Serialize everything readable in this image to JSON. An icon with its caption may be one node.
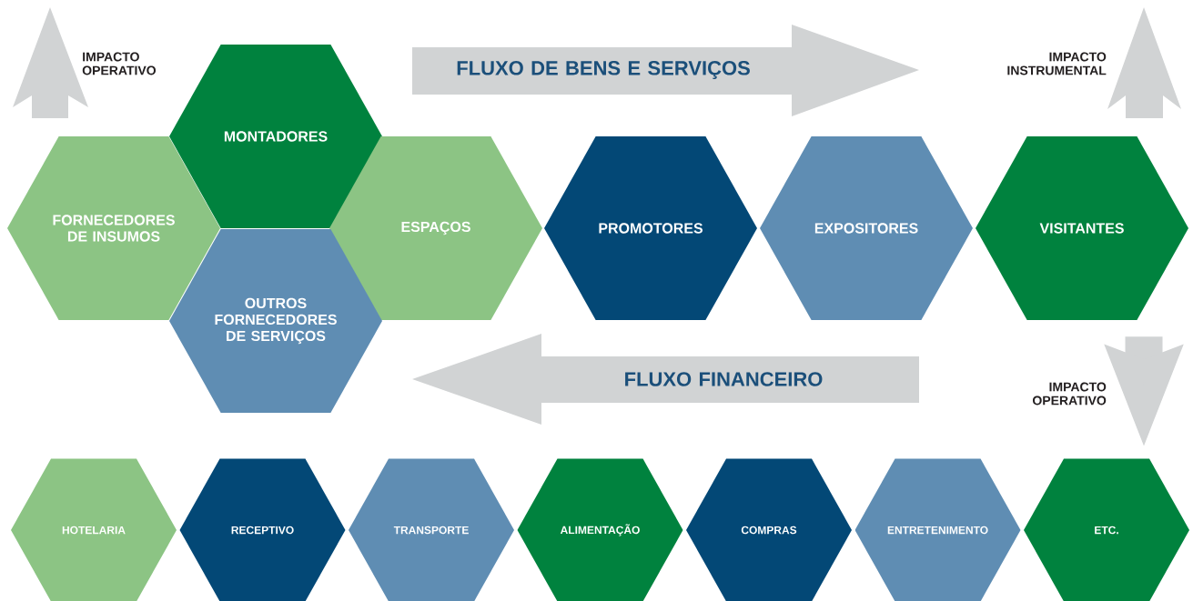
{
  "diagram": {
    "nodes": [
      {
        "text": [
          "FORNECEDORES DE INSUMOS"
        ]
      },
      {
        "text": [
          "MONTADORES"
        ]
      },
      {
        "text": [
          "ESPAÇOS"
        ]
      },
      {
        "text": [
          "OUTROS FORNECEDORES DE SERVIÇOS"
        ]
      },
      {
        "text": [
          "PROMOTORES"
        ]
      },
      {
        "text": [
          "EXPOSITORES"
        ]
      },
      {
        "text": [
          "VISITANTES"
        ]
      },
      {
        "text": [
          "FLUXO DE BENS E SERVIÇOS"
        ]
      },
      {
        "text": [
          "FLUXO FINANCEIRO"
        ]
      },
      {
        "text": [
          "HOTELARIA"
        ]
      },
      {
        "text": [
          "RECEPTIVO"
        ]
      },
      {
        "text": [
          "TRANSPORTE"
        ]
      },
      {
        "text": [
          "ALIMENTAÇÃO"
        ]
      },
      {
        "text": [
          "COMPRAS"
        ]
      },
      {
        "text": [
          "ENTRETENIMENTO"
        ]
      },
      {
        "text": [
          "ETC."
        ]
      }
    ],
    "edges": [
      {
        "from": 6,
        "to": 15,
        "arrow": "to"
      }
    ],
    "labels": [
      "IMPACTO OPERATIVO",
      "IMPACTO INSTRUMENTAL",
      "IMPACTO OPERATIVO"
    ]
  }
}
